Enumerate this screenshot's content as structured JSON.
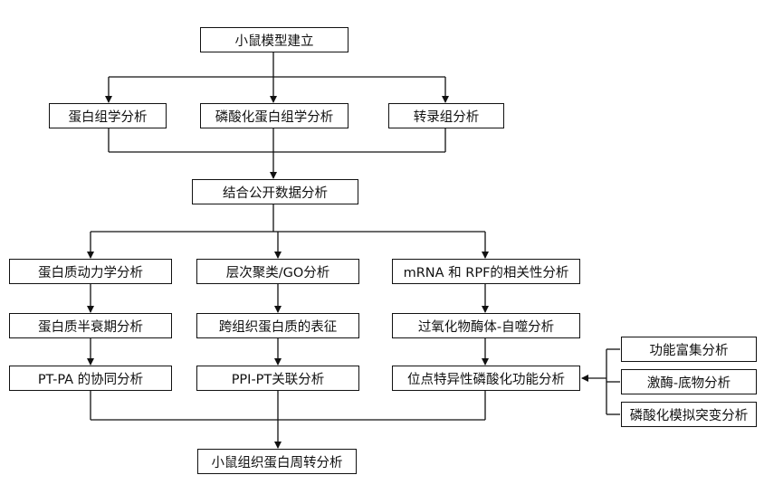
{
  "nodes": {
    "top": "小鼠模型建立",
    "proteomics": "蛋白组学分析",
    "phosphoproteomics": "磷酸化蛋白组学分析",
    "transcriptomics": "转录组分析",
    "combined": "结合公开数据分析",
    "dynamics": "蛋白质动力学分析",
    "half_life": "蛋白质半衰期分析",
    "pt_pa": "PT-PA 的协同分析",
    "clustering": "层次聚类/GO分析",
    "cross_tissue": "跨组织蛋白质的表征",
    "ppi_pt": "PPI-PT关联分析",
    "mrna_rpf": "mRNA 和 RPF的相关性分析",
    "peroxisome": "过氧化物酶体-自噬分析",
    "site_phospho": "位点特异性磷酸化功能分析",
    "enrichment": "功能富集分析",
    "kinase_substrate": "激酶-底物分析",
    "phospho_mimic": "磷酸化模拟突变分析",
    "final": "小鼠组织蛋白周转分析"
  },
  "colors": {
    "line": "#111111",
    "border": "#111111",
    "background": "#ffffff"
  }
}
